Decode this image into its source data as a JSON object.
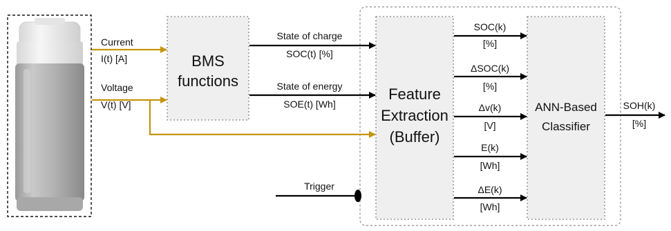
{
  "colors": {
    "gold_line": "#c4940d",
    "black_line": "#000000",
    "box_fill": "#efefef"
  },
  "battery": {
    "inputs": [
      {
        "name": "Current",
        "signal": "I(t) [A]"
      },
      {
        "name": "Voltage",
        "signal": "V(t) [V]"
      }
    ]
  },
  "bms": {
    "line1": "BMS",
    "line2": "functions"
  },
  "bms_outputs": [
    {
      "name": "State of charge",
      "signal": "SOC(t) [%]"
    },
    {
      "name": "State of energy",
      "signal": "SOE(t) [Wh]"
    }
  ],
  "feature_extraction": {
    "line1": "Feature",
    "line2": "Extraction",
    "line3": "(Buffer)"
  },
  "features": [
    {
      "name": "SOC(k)",
      "unit": "[%]"
    },
    {
      "name": "ΔSOC(k)",
      "unit": "[%]"
    },
    {
      "name": "Δv(k)",
      "unit": "[V]"
    },
    {
      "name": "E(k)",
      "unit": "[Wh]"
    },
    {
      "name": "ΔE(k)",
      "unit": "[Wh]"
    }
  ],
  "classifier": {
    "line1": "ANN-Based",
    "line2": "Classifier"
  },
  "output": {
    "name": "SOH(k)",
    "unit": "[%]"
  },
  "trigger": {
    "label": "Trigger"
  }
}
